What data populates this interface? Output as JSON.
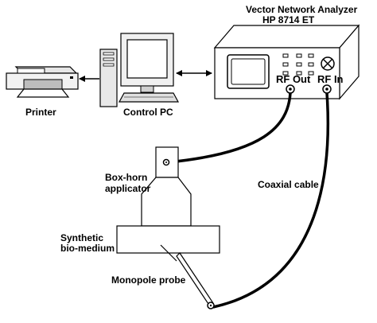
{
  "labels": {
    "vna_name": "Vector Network Analyzer",
    "vna_model": "HP 8714 ET",
    "rf_out": "RF Out",
    "rf_in": "RF In",
    "printer": "Printer",
    "control_pc": "Control PC",
    "box_horn_line1": "Box-horn",
    "box_horn_line2": "applicator",
    "coaxial_cable": "Coaxial cable",
    "synthetic_line1": "Synthetic",
    "synthetic_line2": "bio-medium",
    "monopole_probe": "Monopole probe"
  }
}
